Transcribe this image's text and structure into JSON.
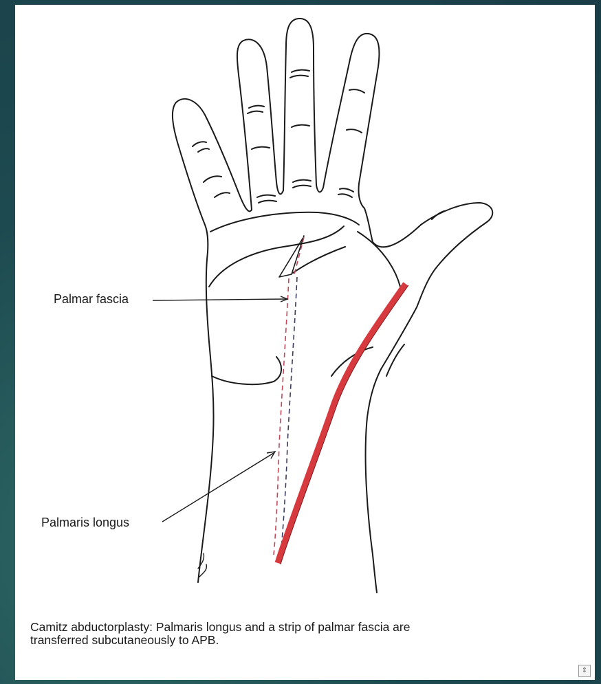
{
  "labels": {
    "palmar_fascia": "Palmar fascia",
    "palmaris_longus": "Palmaris longus"
  },
  "caption": {
    "line1": "Camitz abductorplasty: Palmaris longus and a strip of palmar fascia are",
    "line2": "transferred subcutaneously to APB."
  },
  "icons": {
    "corner": "resize-icon"
  },
  "colors": {
    "background": "#1f4a50",
    "tendon_transfer": "#d63a3f",
    "outline": "#1a1a1a"
  }
}
